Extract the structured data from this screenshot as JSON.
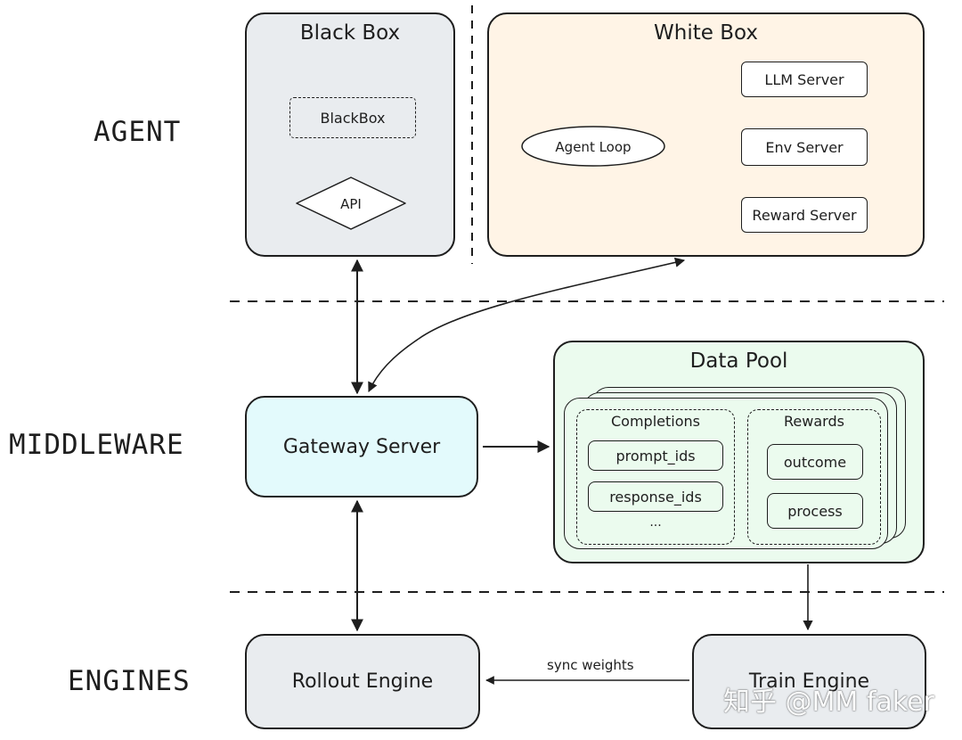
{
  "layers": {
    "agent": "AGENT",
    "middleware": "MIDDLEWARE",
    "engines": "ENGINES"
  },
  "black_box": {
    "title": "Black Box",
    "inner": "BlackBox",
    "api": "API"
  },
  "white_box": {
    "title": "White Box",
    "agent_loop": "Agent Loop",
    "llm_server": "LLM Server",
    "env_server": "Env Server",
    "reward_server": "Reward Server"
  },
  "gateway": {
    "label": "Gateway Server"
  },
  "data_pool": {
    "title": "Data Pool",
    "completions": {
      "title": "Completions",
      "items": [
        "prompt_ids",
        "response_ids"
      ],
      "ellipsis": "..."
    },
    "rewards": {
      "title": "Rewards",
      "items": [
        "outcome",
        "process"
      ]
    }
  },
  "rollout_engine": {
    "label": "Rollout Engine"
  },
  "train_engine": {
    "label": "Train Engine"
  },
  "edge_labels": {
    "sync_weights": "sync weights"
  },
  "watermark": "知乎 @MM faker",
  "colors": {
    "black_box_fill": "#e9ecef",
    "white_box_fill": "#fff4e6",
    "gateway_fill": "#e3fafc",
    "data_pool_fill": "#ebfbee",
    "engine_fill": "#e9ecef",
    "stroke": "#1e1e1e"
  }
}
